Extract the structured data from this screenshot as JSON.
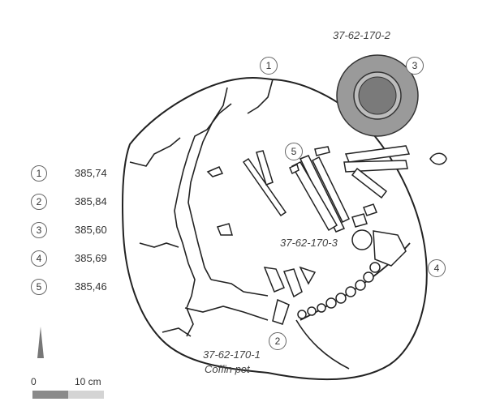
{
  "labels": {
    "pot2": "37-62-170-2",
    "burial3": "37-62-170-3",
    "pot1_id": "37-62-170-1",
    "pot1_name": "Coffin pot"
  },
  "markers": [
    "1",
    "2",
    "3",
    "4",
    "5"
  ],
  "legend": [
    {
      "num": "1",
      "elevation": "385,74"
    },
    {
      "num": "2",
      "elevation": "385,84"
    },
    {
      "num": "3",
      "elevation": "385,60"
    },
    {
      "num": "4",
      "elevation": "385,69"
    },
    {
      "num": "5",
      "elevation": "385,46"
    }
  ],
  "scale": {
    "zero": "0",
    "end": "10 cm"
  },
  "colors": {
    "line": "#222222",
    "pot_outer": "#9a9a9a",
    "pot_inner": "#777777",
    "scale_dark": "#8a8a8a",
    "scale_light": "#d4d4d4"
  }
}
